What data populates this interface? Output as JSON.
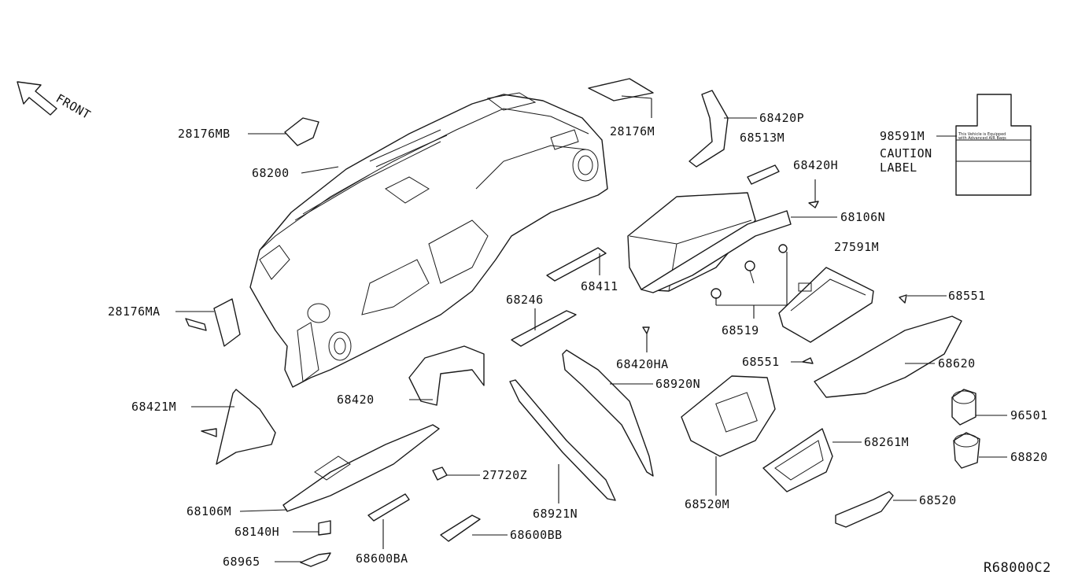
{
  "front_indicator": "FRONT",
  "diagram_code": "R68000C2",
  "caution_label": {
    "part_number": "98591M",
    "title_line1": "CAUTION",
    "title_line2": "LABEL",
    "text_line1": "This Vehicle is Equipped",
    "text_line2": "with Advanced AIR Bags"
  },
  "callouts": [
    {
      "id": "c28176MB",
      "label": "28176MB"
    },
    {
      "id": "c68200",
      "label": "68200"
    },
    {
      "id": "c28176M",
      "label": "28176M"
    },
    {
      "id": "c68420P",
      "label": "68420P"
    },
    {
      "id": "c68513M",
      "label": "68513M"
    },
    {
      "id": "c68420H",
      "label": "68420H"
    },
    {
      "id": "c68106N",
      "label": "68106N"
    },
    {
      "id": "c27591M",
      "label": "27591M"
    },
    {
      "id": "c68411",
      "label": "68411"
    },
    {
      "id": "c68246",
      "label": "68246"
    },
    {
      "id": "c28176MA",
      "label": "28176MA"
    },
    {
      "id": "c68519",
      "label": "68519"
    },
    {
      "id": "c68551a",
      "label": "68551"
    },
    {
      "id": "c68551b",
      "label": "68551"
    },
    {
      "id": "c68420HA",
      "label": "68420HA"
    },
    {
      "id": "c68620",
      "label": "68620"
    },
    {
      "id": "c68420",
      "label": "68420"
    },
    {
      "id": "c68920N",
      "label": "68920N"
    },
    {
      "id": "c68421M",
      "label": "68421M"
    },
    {
      "id": "c96501",
      "label": "96501"
    },
    {
      "id": "c68261M",
      "label": "68261M"
    },
    {
      "id": "c68820",
      "label": "68820"
    },
    {
      "id": "c27720Z",
      "label": "27720Z"
    },
    {
      "id": "c68106M",
      "label": "68106M"
    },
    {
      "id": "c68921N",
      "label": "68921N"
    },
    {
      "id": "c68520M",
      "label": "68520M"
    },
    {
      "id": "c68520",
      "label": "68520"
    },
    {
      "id": "c68140H",
      "label": "68140H"
    },
    {
      "id": "c68600BB",
      "label": "68600BB"
    },
    {
      "id": "c68965",
      "label": "68965"
    },
    {
      "id": "c68600BA",
      "label": "68600BA"
    }
  ]
}
